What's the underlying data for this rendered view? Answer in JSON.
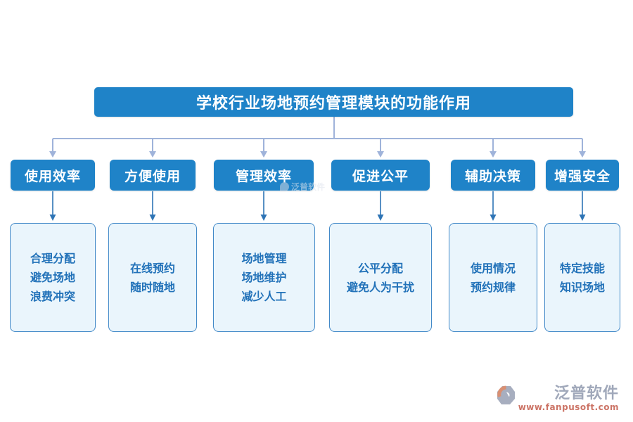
{
  "title": "学校行业场地预约管理模块的功能作用",
  "branches": [
    {
      "label": "使用效率",
      "details": [
        "合理分配",
        "避免场地",
        "浪费冲突"
      ]
    },
    {
      "label": "方便使用",
      "details": [
        "在线预约",
        "随时随地"
      ]
    },
    {
      "label": "管理效率",
      "details": [
        "场地管理",
        "场地维护",
        "减少人工"
      ]
    },
    {
      "label": "促进公平",
      "details": [
        "公平分配",
        "避免人为干扰"
      ]
    },
    {
      "label": "辅助决策",
      "details": [
        "使用情况",
        "预约规律"
      ]
    },
    {
      "label": "增强安全",
      "details": [
        "特定技能",
        "知识场地"
      ]
    }
  ],
  "watermark": {
    "text": "泛普软件"
  },
  "footer": {
    "brand": "泛普软件",
    "url": "www.fanpusoft.com"
  },
  "colors": {
    "primary_blue": "#1f83c8",
    "detail_fill": "#eaf5fc",
    "detail_border": "#4289c8",
    "tree_line": "#9fb3da",
    "arrow": "#2e74b5",
    "detail_text": "#2272b9",
    "logo_gray": "#a0a8ba",
    "logo_orange": "#cc7466"
  }
}
